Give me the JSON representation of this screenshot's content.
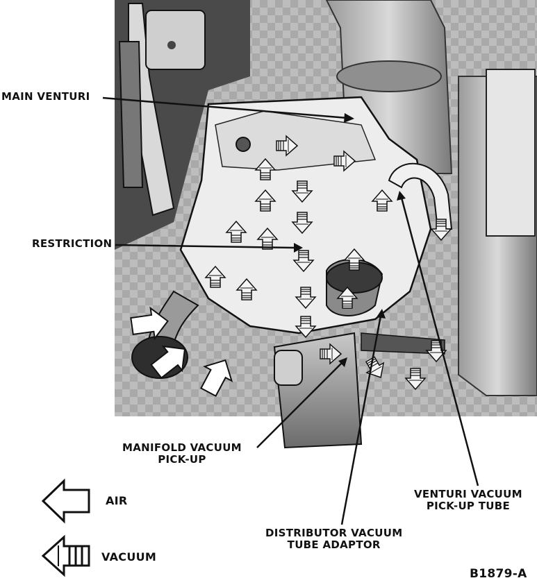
{
  "labels": {
    "main_venturi": "MAIN VENTURI",
    "restriction": "RESTRICTION",
    "manifold_vacuum_pickup": [
      "MANIFOLD VACUUM",
      "PICK-UP"
    ],
    "venturi_vacuum_pickup_tube": [
      "VENTURI VACUUM",
      "PICK-UP TUBE"
    ],
    "distributor_vacuum_tube_adaptor": [
      "DISTRIBUTOR VACUUM",
      "TUBE ADAPTOR"
    ]
  },
  "legend": {
    "air_label": "AIR",
    "vacuum_label": "VACUUM",
    "air_icon": "hollow-arrow-left-icon",
    "vacuum_icon": "striped-arrow-left-icon"
  },
  "figure_number": "B1879-A",
  "colors": {
    "ink": "#111111",
    "metal_dark": "#3a3a3a",
    "metal_mid": "#8a8a8a",
    "metal_light": "#cfcfcf",
    "background": "#ffffff"
  }
}
